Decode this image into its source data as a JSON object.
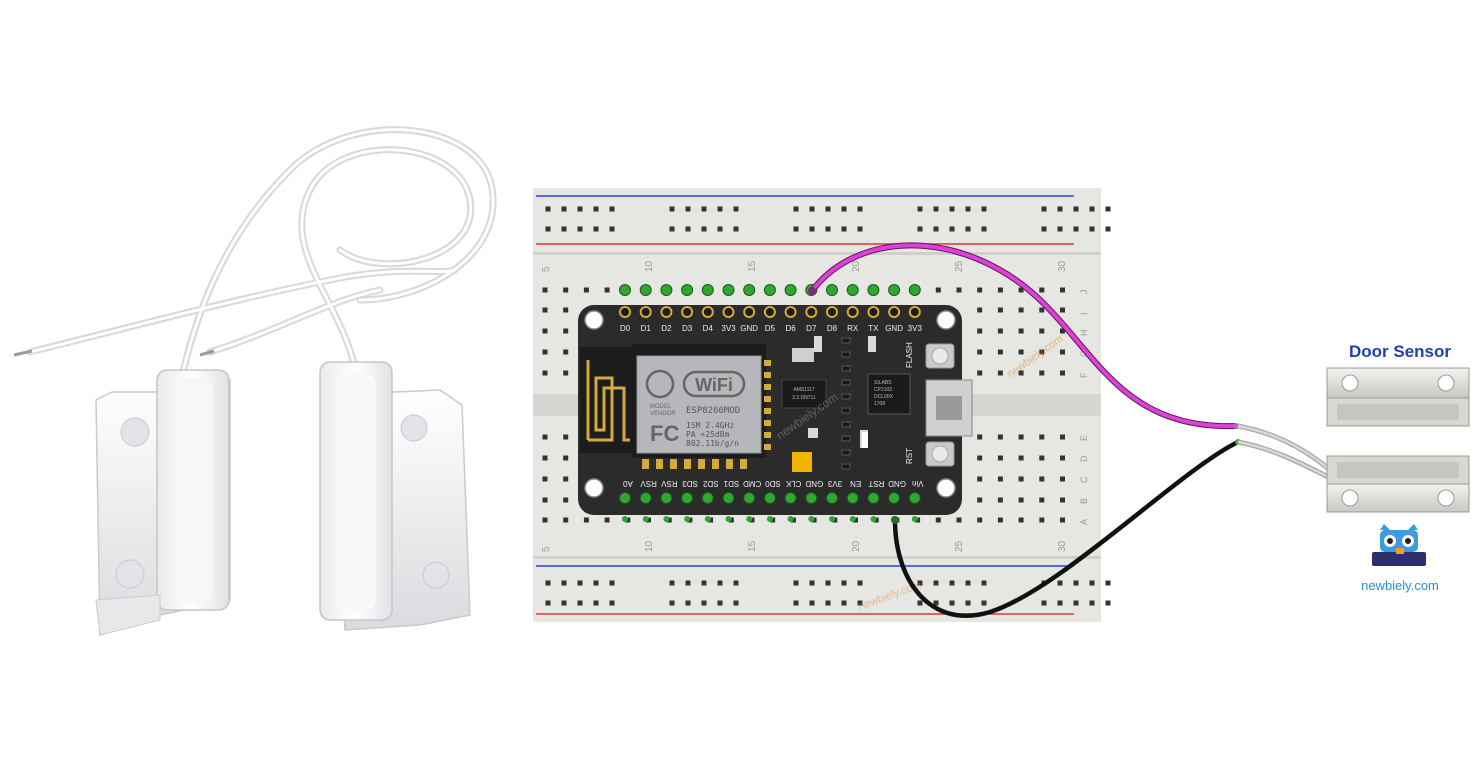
{
  "labels": {
    "door_sensor": "Door Sensor",
    "brand": "newbiely.com",
    "watermark": "newbiely.com"
  },
  "module": {
    "wifi_text": "WiFi",
    "model_line1": "MODEL",
    "model_line2": "VENDOR",
    "model_name": "ESP8266MOD",
    "specs": [
      "ISM 2.4GHz",
      "PA  +25dBm",
      "802.11b/g/n"
    ],
    "fcc": "FC",
    "flash_label": "FLASH",
    "rst_label": "RST",
    "regulator_lines": [
      "AMS1117",
      "3.3  DN711"
    ],
    "usb_chip_lines": [
      "SILABS",
      "CP2102",
      "DCL00X",
      "1708"
    ]
  },
  "pins_top": [
    "D0",
    "D1",
    "D2",
    "D3",
    "D4",
    "3V3",
    "GND",
    "D5",
    "D6",
    "D7",
    "D8",
    "RX",
    "TX",
    "GND",
    "3V3"
  ],
  "pins_bottom": [
    "A0",
    "RSV",
    "RSV",
    "SD3",
    "SD2",
    "SD1",
    "CMD",
    "SD0",
    "CLK",
    "GND",
    "3V3",
    "EN",
    "RST",
    "GND",
    "Vin"
  ],
  "breadboard": {
    "col_numbers": [
      "5",
      "10",
      "15",
      "20",
      "25",
      "30"
    ],
    "row_letters_top": [
      "J",
      "I",
      "H",
      "G",
      "F"
    ],
    "row_letters_bottom": [
      "E",
      "D",
      "C",
      "B",
      "A"
    ]
  },
  "wires": {
    "signal_color": "#e040d8",
    "ground_color": "#111111"
  }
}
